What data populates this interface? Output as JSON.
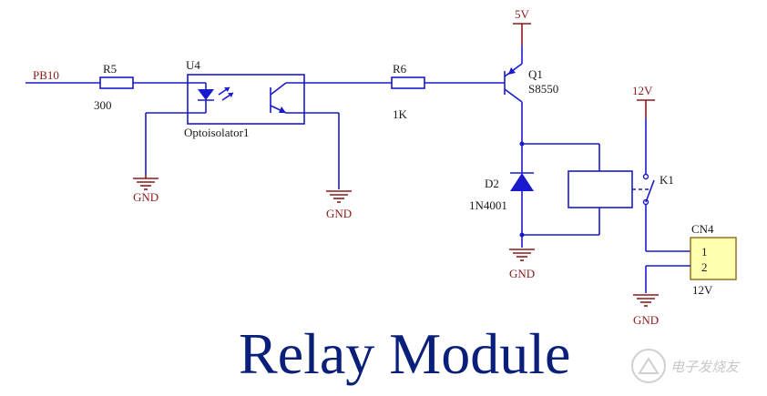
{
  "title": "Relay Module",
  "watermark": "电子发烧友",
  "nets": {
    "input": "PB10",
    "supply_5v": "5V",
    "supply_12v": "12V",
    "gnd": "GND",
    "cn4_supply": "12V"
  },
  "components": {
    "r5": {
      "ref": "R5",
      "value": "300"
    },
    "r6": {
      "ref": "R6",
      "value": "1K"
    },
    "u4": {
      "ref": "U4",
      "value": "Optoisolator1"
    },
    "q1": {
      "ref": "Q1",
      "value": "S8550"
    },
    "d2": {
      "ref": "D2",
      "value": "1N4001"
    },
    "k1": {
      "ref": "K1"
    },
    "cn4": {
      "ref": "CN4",
      "pin1": "1",
      "pin2": "2"
    }
  },
  "colors": {
    "wire": "#1a1acc",
    "power": "#8b1a1a",
    "title": "#0a1f7a",
    "connector_fill": "#ffffb0"
  }
}
